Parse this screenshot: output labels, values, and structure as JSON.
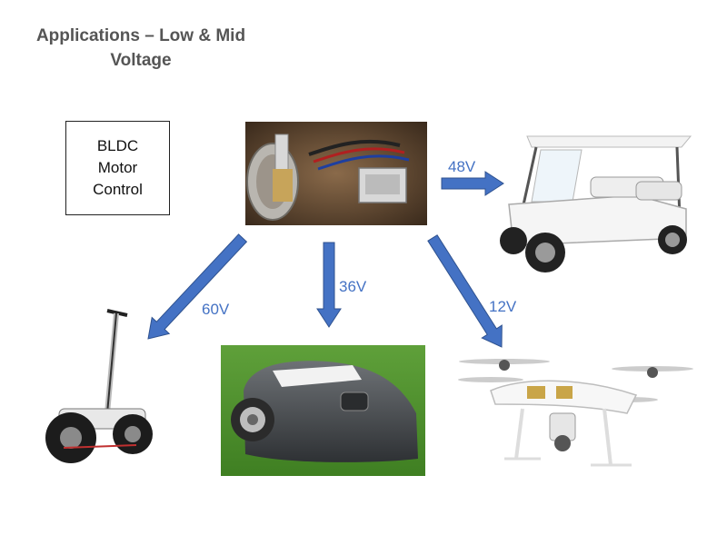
{
  "title": {
    "line1": "Applications – Low & Mid",
    "line2": "Voltage"
  },
  "controller_label": [
    "BLDC",
    "Motor",
    "Control"
  ],
  "voltages": {
    "golf_cart": "48V",
    "self_balancer": "60V",
    "mower": "36V",
    "drone": "12V"
  },
  "colors": {
    "arrow": "#4472c4",
    "arrow_stroke": "#2f528f",
    "label": "#4472c4"
  }
}
